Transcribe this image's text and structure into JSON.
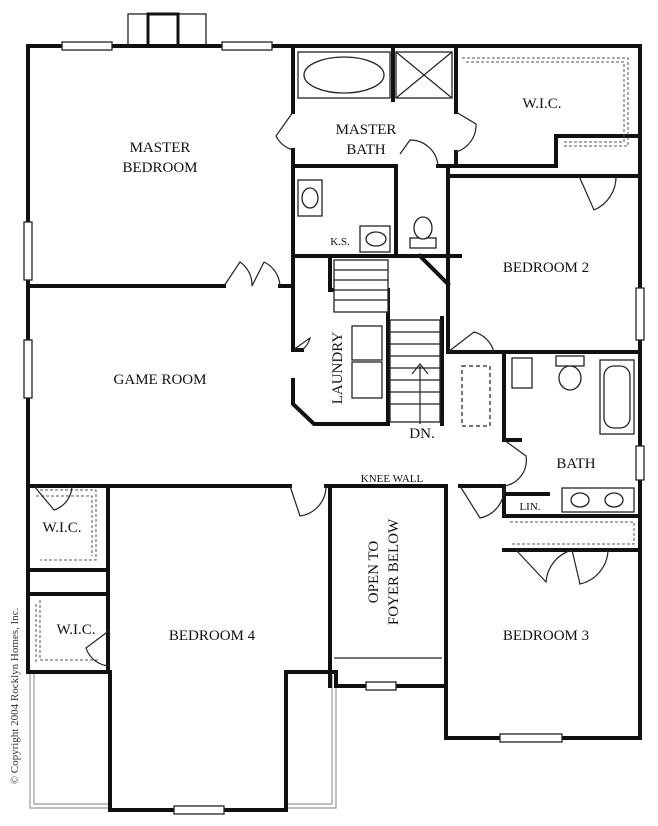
{
  "rooms": {
    "master_bedroom_1": "MASTER",
    "master_bedroom_2": "BEDROOM",
    "master_bath_1": "MASTER",
    "master_bath_2": "BATH",
    "wic_master": "W.I.C.",
    "bedroom_2": "BEDROOM 2",
    "ks": "K.S.",
    "laundry": "LAUNDRY",
    "game_room": "GAME ROOM",
    "dn": "DN.",
    "bath": "BATH",
    "lin": "LIN.",
    "knee_wall": "KNEE WALL",
    "wic_left_1": "W.I.C.",
    "wic_left_2": "W.I.C.",
    "open_to_1": "OPEN TO",
    "open_to_2": "FOYER BELOW",
    "bedroom_4": "BEDROOM 4",
    "bedroom_3": "BEDROOM 3"
  },
  "copyright": "© Copyright 2004 Rocklyn Homes, Inc."
}
